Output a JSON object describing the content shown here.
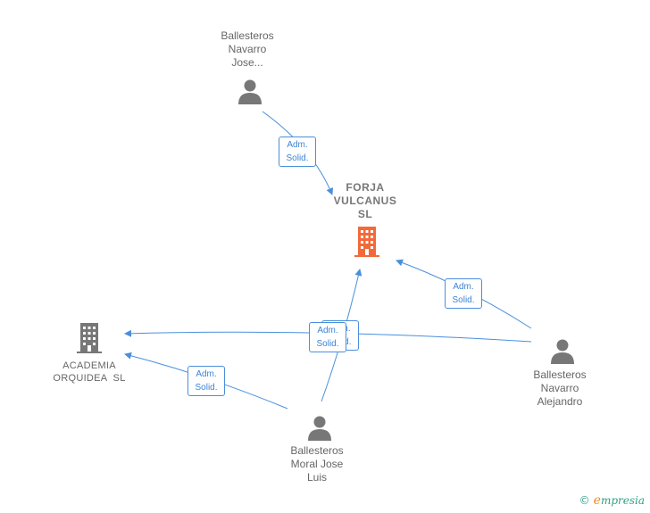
{
  "nodes": {
    "person_top": {
      "label": [
        "Ballesteros",
        "Navarro",
        "Jose..."
      ]
    },
    "company_forja": {
      "label": [
        "FORJA",
        "VULCANUS",
        "SL"
      ],
      "icon_color": "#f26a3a"
    },
    "company_academia": {
      "label": [
        "ACADEMIA",
        "ORQUIDEA  SL"
      ],
      "icon_color": "#777777"
    },
    "person_right": {
      "label": [
        "Ballesteros",
        "Navarro",
        "Alejandro"
      ]
    },
    "person_bottom": {
      "label": [
        "Ballesteros",
        "Moral Jose",
        "Luis"
      ]
    }
  },
  "edges": [
    {
      "from": "person_top",
      "to": "company_forja",
      "label": [
        "Adm.",
        "Solid."
      ]
    },
    {
      "from": "person_right",
      "to": "company_forja",
      "label": [
        "Adm.",
        "Solid."
      ]
    },
    {
      "from": "person_right",
      "to": "company_academia",
      "label": [
        "Adm.",
        "Solid."
      ]
    },
    {
      "from": "person_bottom",
      "to": "company_forja",
      "label": [
        "Adm.",
        "Solid."
      ]
    },
    {
      "from": "person_bottom",
      "to": "company_academia",
      "label": [
        "Adm.",
        "Solid."
      ]
    }
  ],
  "colors": {
    "edge": "#4a8fdc",
    "person_icon": "#777777"
  },
  "footer": {
    "copyright": "©",
    "brand_initial": "e",
    "brand_rest": "mpresia"
  }
}
